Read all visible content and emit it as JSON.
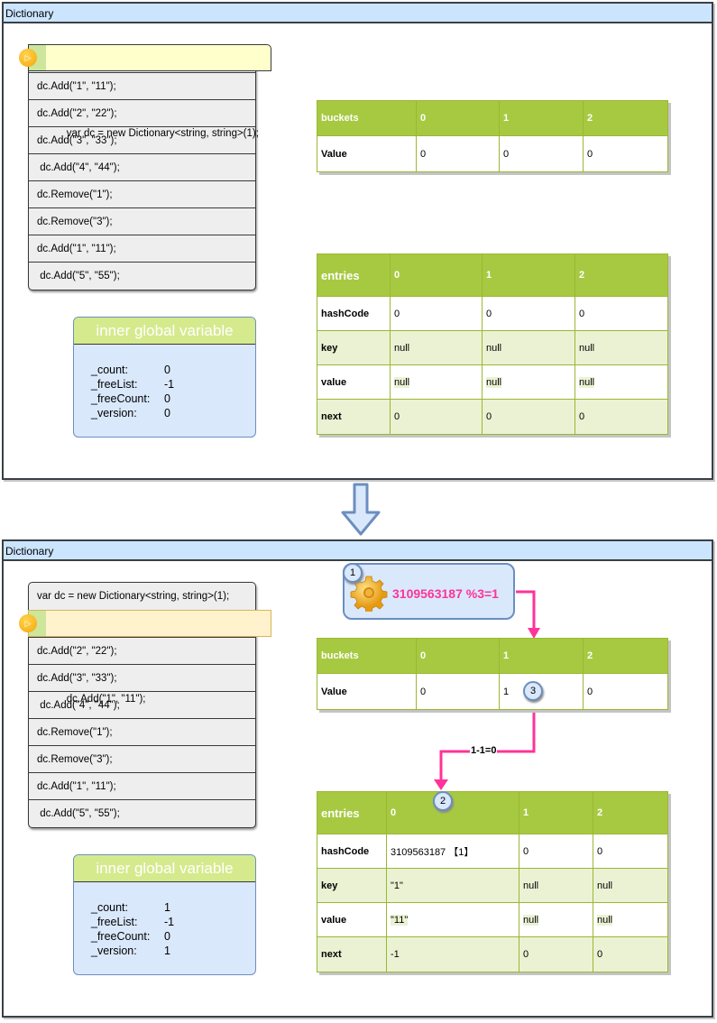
{
  "panels": [
    {
      "title": "Dictionary",
      "code_lines": [
        "var dc = new Dictionary<string, string>(1);",
        "dc.Add(\"1\", \"11\");",
        "dc.Add(\"2\", \"22\");",
        "dc.Add(\"3\", \"33\");",
        " dc.Add(\"4\", \"44\");",
        "dc.Remove(\"1\");",
        "dc.Remove(\"3\");",
        "dc.Add(\"1\", \"11\");",
        " dc.Add(\"5\", \"55\");"
      ],
      "active_line": 0,
      "buckets": {
        "header": [
          "buckets",
          "0",
          "1",
          "2"
        ],
        "row_label": "Value",
        "values": [
          "0",
          "0",
          "0"
        ]
      },
      "entries": {
        "header": [
          "entries",
          "0",
          "1",
          "2"
        ],
        "rows": [
          {
            "label": "hashCode",
            "values": [
              "0",
              "0",
              "0"
            ]
          },
          {
            "label": "key",
            "values": [
              "null",
              "null",
              "null"
            ]
          },
          {
            "label": "value",
            "values": [
              "null",
              "null",
              "null"
            ]
          },
          {
            "label": "next",
            "values": [
              "0",
              "0",
              "0"
            ]
          }
        ]
      },
      "globals": {
        "title": "inner global variable",
        "vars": [
          {
            "name": "_count:",
            "value": "0"
          },
          {
            "name": "_freeList:",
            "value": "-1"
          },
          {
            "name": "_freeCount:",
            "value": "0"
          },
          {
            "name": "_version:",
            "value": "0"
          }
        ]
      }
    },
    {
      "title": "Dictionary",
      "code_lines": [
        "var dc = new Dictionary<string, string>(1);",
        "dc.Add(\"1\", \"11\");",
        "dc.Add(\"2\", \"22\");",
        "dc.Add(\"3\", \"33\");",
        " dc.Add(\"4\", \"44\");",
        "dc.Remove(\"1\");",
        "dc.Remove(\"3\");",
        "dc.Add(\"1\", \"11\");",
        " dc.Add(\"5\", \"55\");"
      ],
      "active_line": 1,
      "buckets": {
        "header": [
          "buckets",
          "0",
          "1",
          "2"
        ],
        "row_label": "Value",
        "values": [
          "0",
          "1",
          "0"
        ]
      },
      "entries": {
        "header": [
          "entries",
          "0",
          "1",
          "2"
        ],
        "rows": [
          {
            "label": "hashCode",
            "values": [
              "3109563187 【1】",
              "0",
              "0"
            ]
          },
          {
            "label": "key",
            "values": [
              "\"1\"",
              "null",
              "null"
            ]
          },
          {
            "label": "value",
            "values": [
              "\"11\"",
              "null",
              "null"
            ]
          },
          {
            "label": "next",
            "values": [
              "-1",
              "0",
              "0"
            ]
          }
        ]
      },
      "globals": {
        "title": "inner global variable",
        "vars": [
          {
            "name": "_count:",
            "value": "1"
          },
          {
            "name": "_freeList:",
            "value": "-1"
          },
          {
            "name": "_freeCount:",
            "value": "0"
          },
          {
            "name": "_version:",
            "value": "1"
          }
        ]
      },
      "annotations": {
        "calc_text": "3109563187 %3=1",
        "step_badges": [
          "1",
          "2",
          "3"
        ],
        "edge_label": "1-1=0"
      }
    }
  ],
  "colors": {
    "accent_pink": "#ff3399",
    "table_header_green": "#a7c942",
    "panel_title_blue": "#cce5ff",
    "globals_blue": "#dae8fc"
  }
}
